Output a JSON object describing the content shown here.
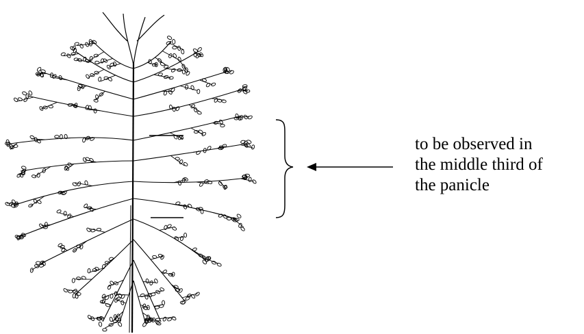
{
  "annotation": {
    "lines": [
      "to be observed in",
      "the middle third of",
      "the panicle"
    ]
  },
  "colors": {
    "ink": "#000000",
    "background": "#ffffff"
  },
  "icons": {
    "brace": "right-curly-brace-icon",
    "arrow": "left-arrow-icon"
  }
}
